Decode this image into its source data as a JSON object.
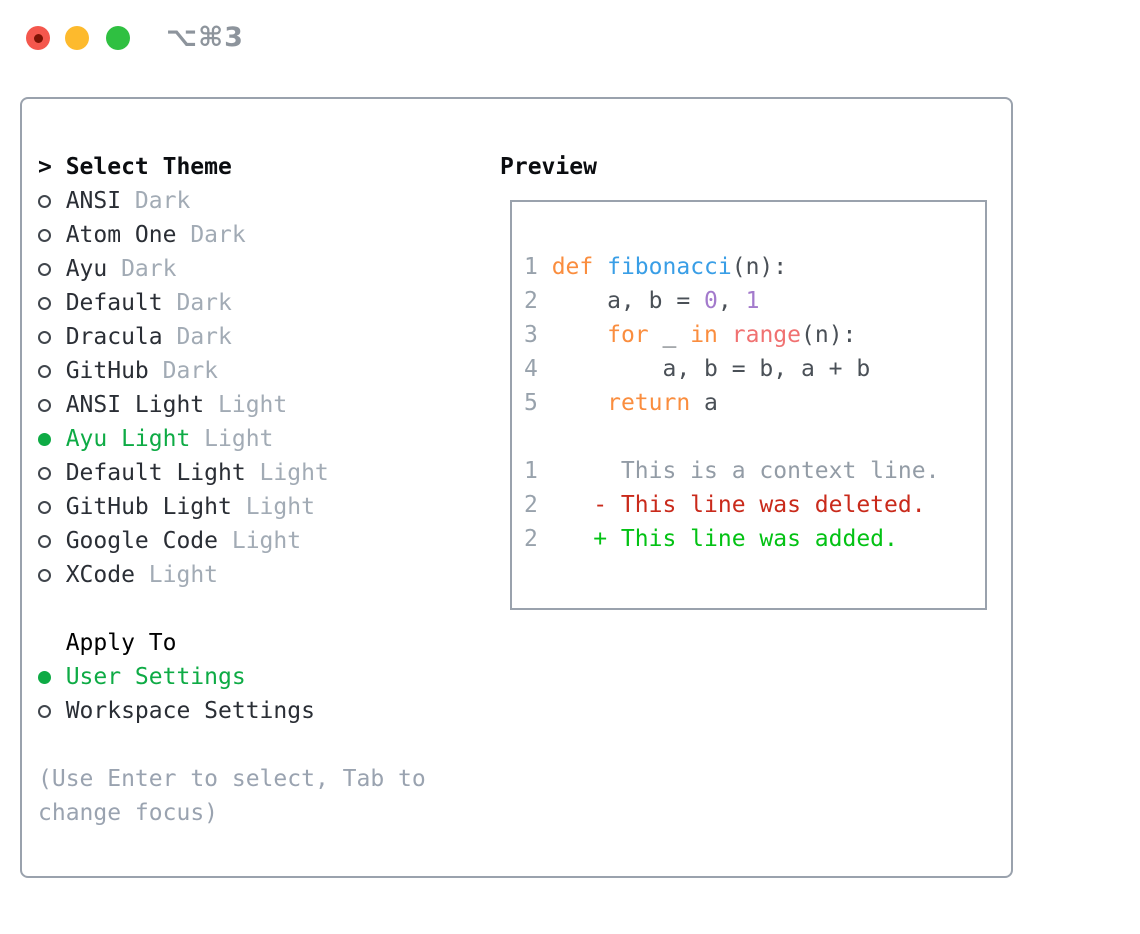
{
  "window": {
    "shortcut": "⌥⌘3",
    "traffic_lights": [
      "close",
      "minimize",
      "zoom"
    ]
  },
  "theme_panel": {
    "prompt": ">",
    "title": "Select Theme",
    "themes": [
      {
        "name": "ANSI",
        "variant": "Dark",
        "selected": false
      },
      {
        "name": "Atom One",
        "variant": "Dark",
        "selected": false
      },
      {
        "name": "Ayu",
        "variant": "Dark",
        "selected": false
      },
      {
        "name": "Default",
        "variant": "Dark",
        "selected": false
      },
      {
        "name": "Dracula",
        "variant": "Dark",
        "selected": false
      },
      {
        "name": "GitHub",
        "variant": "Dark",
        "selected": false
      },
      {
        "name": "ANSI Light",
        "variant": "Light",
        "selected": false
      },
      {
        "name": "Ayu Light",
        "variant": "Light",
        "selected": true
      },
      {
        "name": "Default Light",
        "variant": "Light",
        "selected": false
      },
      {
        "name": "GitHub Light",
        "variant": "Light",
        "selected": false
      },
      {
        "name": "Google Code",
        "variant": "Light",
        "selected": false
      },
      {
        "name": "XCode",
        "variant": "Light",
        "selected": false
      }
    ],
    "apply_to": {
      "title": "Apply To",
      "options": [
        {
          "label": "User Settings",
          "selected": true
        },
        {
          "label": "Workspace Settings",
          "selected": false
        }
      ]
    },
    "hint_lines": [
      "(Use Enter to select, Tab to",
      "change focus)"
    ]
  },
  "preview": {
    "title": "Preview",
    "code_lines": [
      {
        "num": "1",
        "tokens": [
          {
            "t": " ",
            "c": "plain"
          },
          {
            "t": "def",
            "c": "keyword"
          },
          {
            "t": " ",
            "c": "plain"
          },
          {
            "t": "fibonacci",
            "c": "function"
          },
          {
            "t": "(n):",
            "c": "plain"
          }
        ]
      },
      {
        "num": "2",
        "tokens": [
          {
            "t": "     a, b = ",
            "c": "plain"
          },
          {
            "t": "0",
            "c": "number"
          },
          {
            "t": ", ",
            "c": "plain"
          },
          {
            "t": "1",
            "c": "number"
          }
        ]
      },
      {
        "num": "3",
        "tokens": [
          {
            "t": "     ",
            "c": "plain"
          },
          {
            "t": "for",
            "c": "keyword"
          },
          {
            "t": " _ ",
            "c": "plain"
          },
          {
            "t": "in",
            "c": "keyword"
          },
          {
            "t": " ",
            "c": "plain"
          },
          {
            "t": "range",
            "c": "builtin"
          },
          {
            "t": "(n):",
            "c": "plain"
          }
        ]
      },
      {
        "num": "4",
        "tokens": [
          {
            "t": "         a, b = b, a + b",
            "c": "plain"
          }
        ]
      },
      {
        "num": "5",
        "tokens": [
          {
            "t": "     ",
            "c": "plain"
          },
          {
            "t": "return",
            "c": "keyword"
          },
          {
            "t": " a",
            "c": "plain"
          }
        ]
      }
    ],
    "diff_lines": [
      {
        "num": "1",
        "tokens": [
          {
            "t": "      This is a context line.",
            "c": "context"
          }
        ]
      },
      {
        "num": "2",
        "tokens": [
          {
            "t": "    ",
            "c": "plain"
          },
          {
            "t": "- This line was deleted.",
            "c": "deleted"
          }
        ]
      },
      {
        "num": "2",
        "tokens": [
          {
            "t": "    ",
            "c": "plain"
          },
          {
            "t": "+ This line was added.",
            "c": "added"
          }
        ]
      }
    ]
  },
  "colors": {
    "selection_green": "#0eab45",
    "diff_added": "#03c214",
    "diff_deleted": "#c92a1b",
    "diff_context": "#939ca6",
    "syntax_keyword": "#fa8d3e",
    "syntax_function": "#399ee6",
    "syntax_builtin": "#f07171",
    "syntax_number": "#a37acc",
    "syntax_plain": "#4a5057",
    "line_number": "#98a2ac",
    "muted_text": "#a2abb5",
    "border": "#9aa2ad",
    "traffic_red": "#f4574d",
    "traffic_yellow": "#fdba2d",
    "traffic_green": "#2fc041"
  }
}
